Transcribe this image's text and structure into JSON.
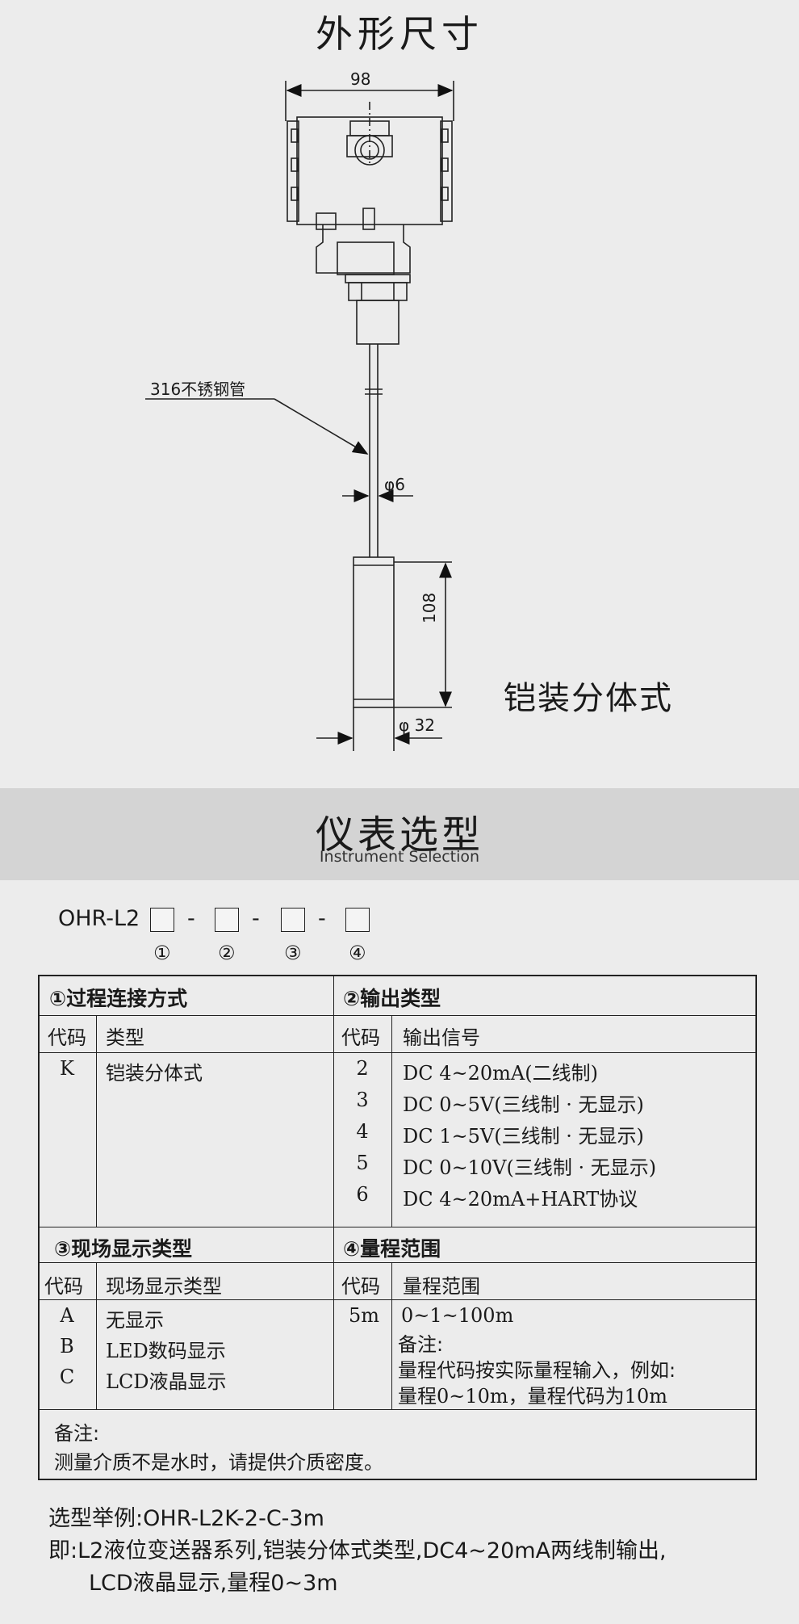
{
  "dimension": {
    "title": "外形尺寸",
    "width_label": "98",
    "tube_label": "316不锈钢管",
    "tube_diameter": "φ6",
    "probe_length": "108",
    "probe_diameter": "φ 32",
    "type_label": "铠装分体式"
  },
  "selection": {
    "title": "仪表选型",
    "subtitle": "Instrument Selection",
    "model_prefix": "OHR-L2",
    "dash": "-",
    "markers": [
      "①",
      "②",
      "③",
      "④"
    ]
  },
  "table": {
    "s1": {
      "header": "①过程连接方式",
      "col_code": "代码",
      "col_name": "类型",
      "rows": [
        {
          "code": "K",
          "text": "铠装分体式"
        }
      ]
    },
    "s2": {
      "header": "②输出类型",
      "col_code": "代码",
      "col_name": "输出信号",
      "rows": [
        {
          "code": "2",
          "text": "DC 4~20mA(二线制)"
        },
        {
          "code": "3",
          "text": "DC 0~5V(三线制 · 无显示)"
        },
        {
          "code": "4",
          "text": "DC 1~5V(三线制 · 无显示)"
        },
        {
          "code": "5",
          "text": "DC 0~10V(三线制 · 无显示)"
        },
        {
          "code": "6",
          "text": "DC 4~20mA+HART协议"
        }
      ]
    },
    "s3": {
      "header": "③现场显示类型",
      "col_code": "代码",
      "col_name": "现场显示类型",
      "rows": [
        {
          "code": "A",
          "text": "无显示"
        },
        {
          "code": "B",
          "text": "LED数码显示"
        },
        {
          "code": "C",
          "text": "LCD液晶显示"
        }
      ]
    },
    "s4": {
      "header": "④量程范围",
      "col_code": "代码",
      "col_name": "量程范围",
      "code": "5m",
      "lines": [
        "0~1~100m",
        "备注:",
        "量程代码按实际量程输入，例如:",
        "量程0~10m，量程代码为10m"
      ]
    },
    "note_title": "备注:",
    "note_text": "测量介质不是水时，请提供介质密度。"
  },
  "example": {
    "line1": "选型举例:OHR-L2K-2-C-3m",
    "line2": "即:L2液位变送器系列,铠装分体式类型,DC4~20mA两线制输出,",
    "line3": "LCD液晶显示,量程0~3m"
  }
}
